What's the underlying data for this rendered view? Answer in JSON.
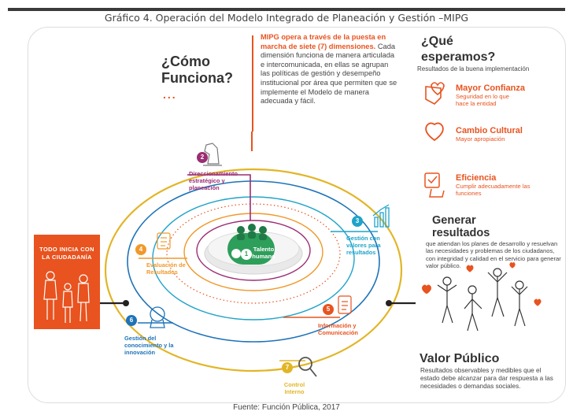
{
  "caption": "Gráfico 4. Operación del Modelo Integrado de Planeación y Gestión –MIPG",
  "source": "Fuente: Función Pública, 2017",
  "como": {
    "line1": "¿Cómo",
    "line2": "Funciona?",
    "dots": "..."
  },
  "intro": {
    "highlight": "MIPG opera a través de la puesta en marcha de siete (7) dimensiones.",
    "body": " Cada dimensión funciona de manera articulada e intercomunicada, en ellas se agrupan las políticas de gestión y desempeño institucional por área que permiten que se implemente el Modelo de manera adecuada y fácil."
  },
  "esperamos": {
    "line1": "¿Qué",
    "line2": "esperamos?",
    "subtitle": "Resultados de la buena implementación",
    "items": [
      {
        "title": "Mayor Confianza",
        "desc": "Seguridad en lo que hace la entidad",
        "icon": "hand-heart-icon"
      },
      {
        "title": "Cambio Cultural",
        "desc": "Mayor apropiación",
        "icon": "heart-icon"
      },
      {
        "title": "Eficiencia",
        "desc": "Cumplir adecuadamente las funciones",
        "icon": "checklist-hand-icon"
      }
    ]
  },
  "generar": {
    "line1": "Generar",
    "line2": "resultados",
    "desc": "que atiendan los planes de desarrollo y resuelvan las necesidades y problemas de los ciudadanos, con integridad y calidad en el servicio para generar valor público."
  },
  "valor": {
    "title": "Valor Público",
    "desc": "Resultados observables y medibles que el estado debe alcanzar para dar respuesta a las necesidades o demandas sociales."
  },
  "todo": "TODO INICIA CON LA CIUDADANÍA",
  "dimensions": [
    {
      "num": "1",
      "label": "Talento humano",
      "color": "#2e9e5b"
    },
    {
      "num": "2",
      "label": "Direccionamiento estratégico y planeación",
      "color": "#9b2d73"
    },
    {
      "num": "3",
      "label": "Gestión con valores para resultados",
      "color": "#1fa3c9"
    },
    {
      "num": "4",
      "label": "Evaluación de Resultados",
      "color": "#f0992b"
    },
    {
      "num": "5",
      "label": "Información y Comunicación",
      "color": "#e8531f"
    },
    {
      "num": "6",
      "label": "Gestión del conocimiento y la innovación",
      "color": "#1e73b8"
    },
    {
      "num": "7",
      "label": "Control Interno",
      "color": "#e2b526"
    }
  ],
  "colors": {
    "accent": "#e8531f",
    "text": "#333333"
  }
}
